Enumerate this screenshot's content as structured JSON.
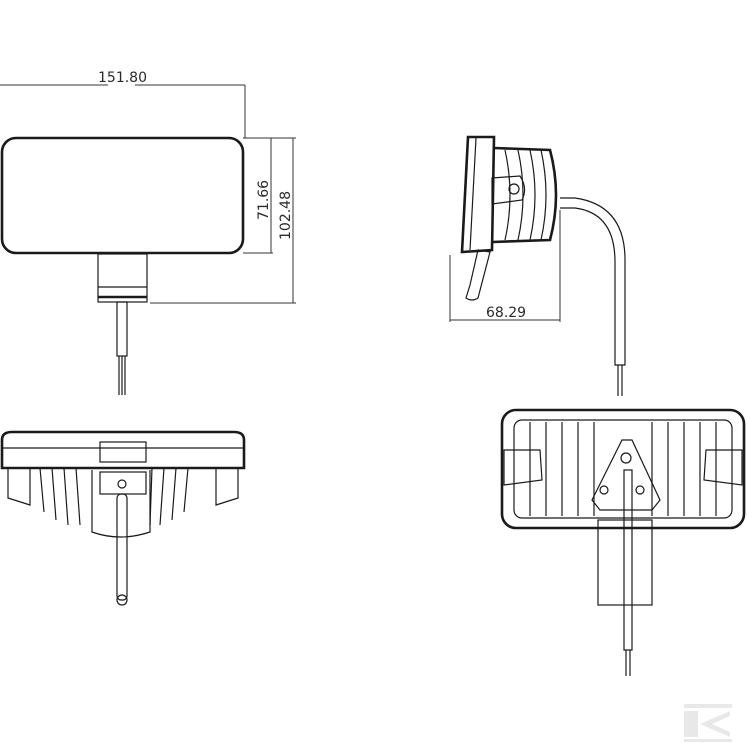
{
  "dimensions": {
    "width": "151.80",
    "lens_height": "71.66",
    "total_height": "102.48",
    "depth": "68.29"
  },
  "logo": {
    "text": "K",
    "color": "#e6e6e6"
  },
  "colors": {
    "line": "#1a1a1a",
    "background": "#ffffff"
  }
}
